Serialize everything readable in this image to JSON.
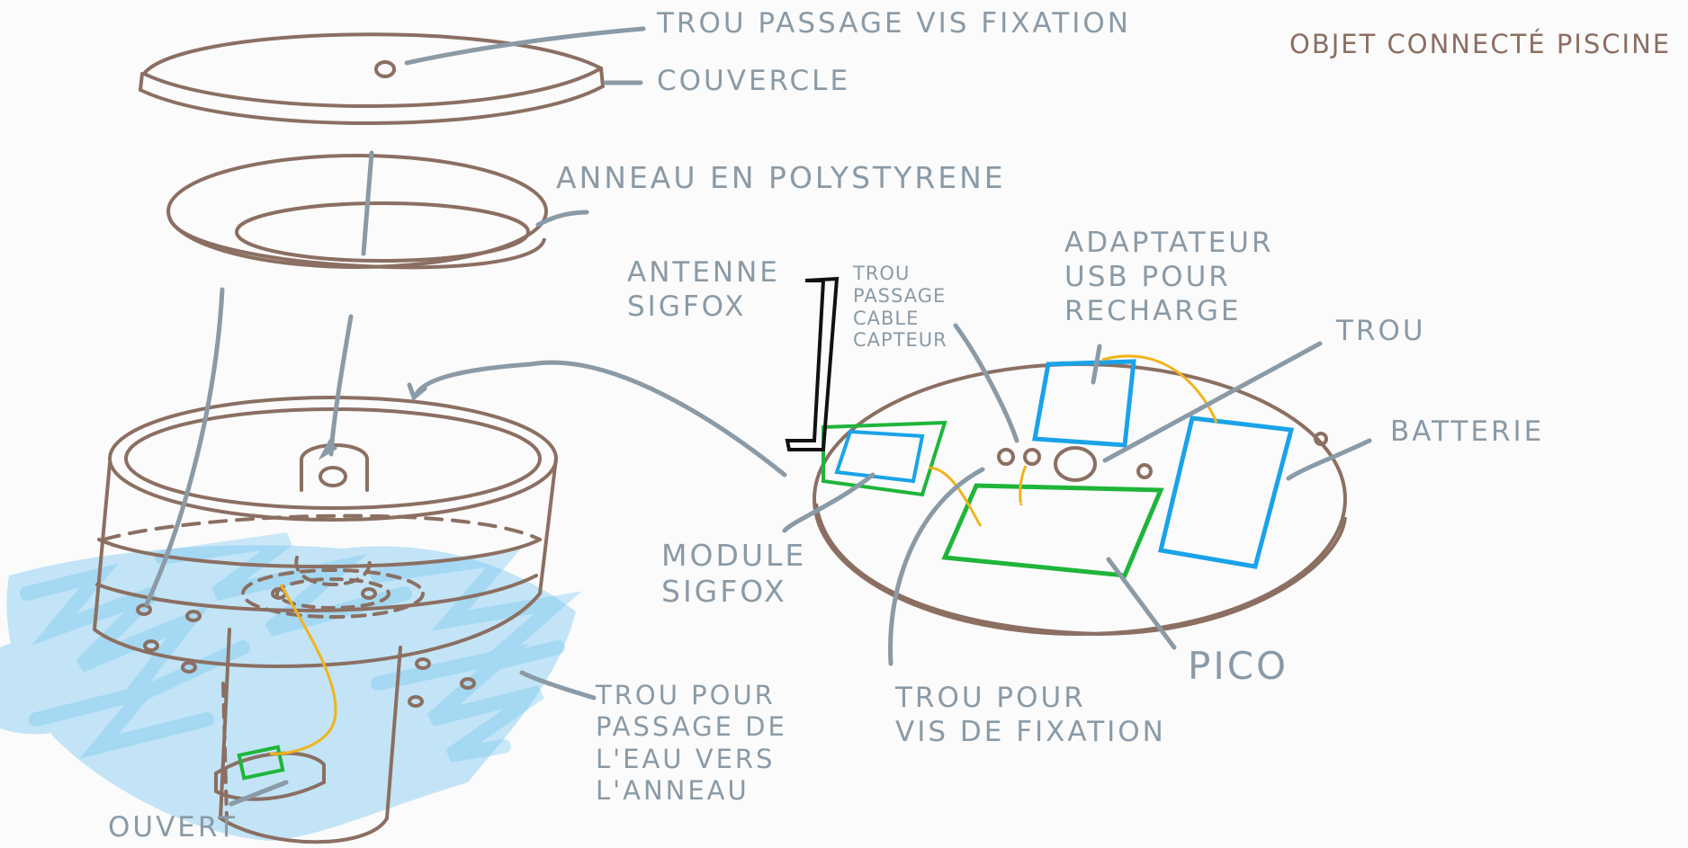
{
  "title": "OBJET CONNECTÉ PISCINE",
  "labels": {
    "trou_passage_vis": "TROU PASSAGE VIS FIXATION",
    "couvercle": "COUVERCLE",
    "anneau": "ANNEAU EN POLYSTYRENE",
    "antenne": "ANTENNE\nSIGFOX",
    "trou_passage_cable": "TROU\nPASSAGE\nCABLE\nCAPTEUR",
    "adaptateur": "ADAPTATEUR\nUSB POUR\nRECHARGE",
    "trou": "TROU",
    "batterie": "BATTERIE",
    "module_sigfox": "MODULE\nSIGFOX",
    "pico": "PICO",
    "trou_pour_vis": "TROU POUR\nVIS DE FIXATION",
    "trou_pour_passage_eau": "TROU POUR\nPASSAGE DE\nL'EAU VERS\nL'ANNEAU",
    "ouvert": "OUVERT"
  },
  "colors": {
    "outline": "#8b6f62",
    "annotation": "#8a9aa6",
    "water": "#6fc3f0",
    "board": "#1fb53a",
    "component": "#1aa3e8",
    "wire": "#f2b31c",
    "antenna": "#111111",
    "background": "#fbfbfb"
  }
}
